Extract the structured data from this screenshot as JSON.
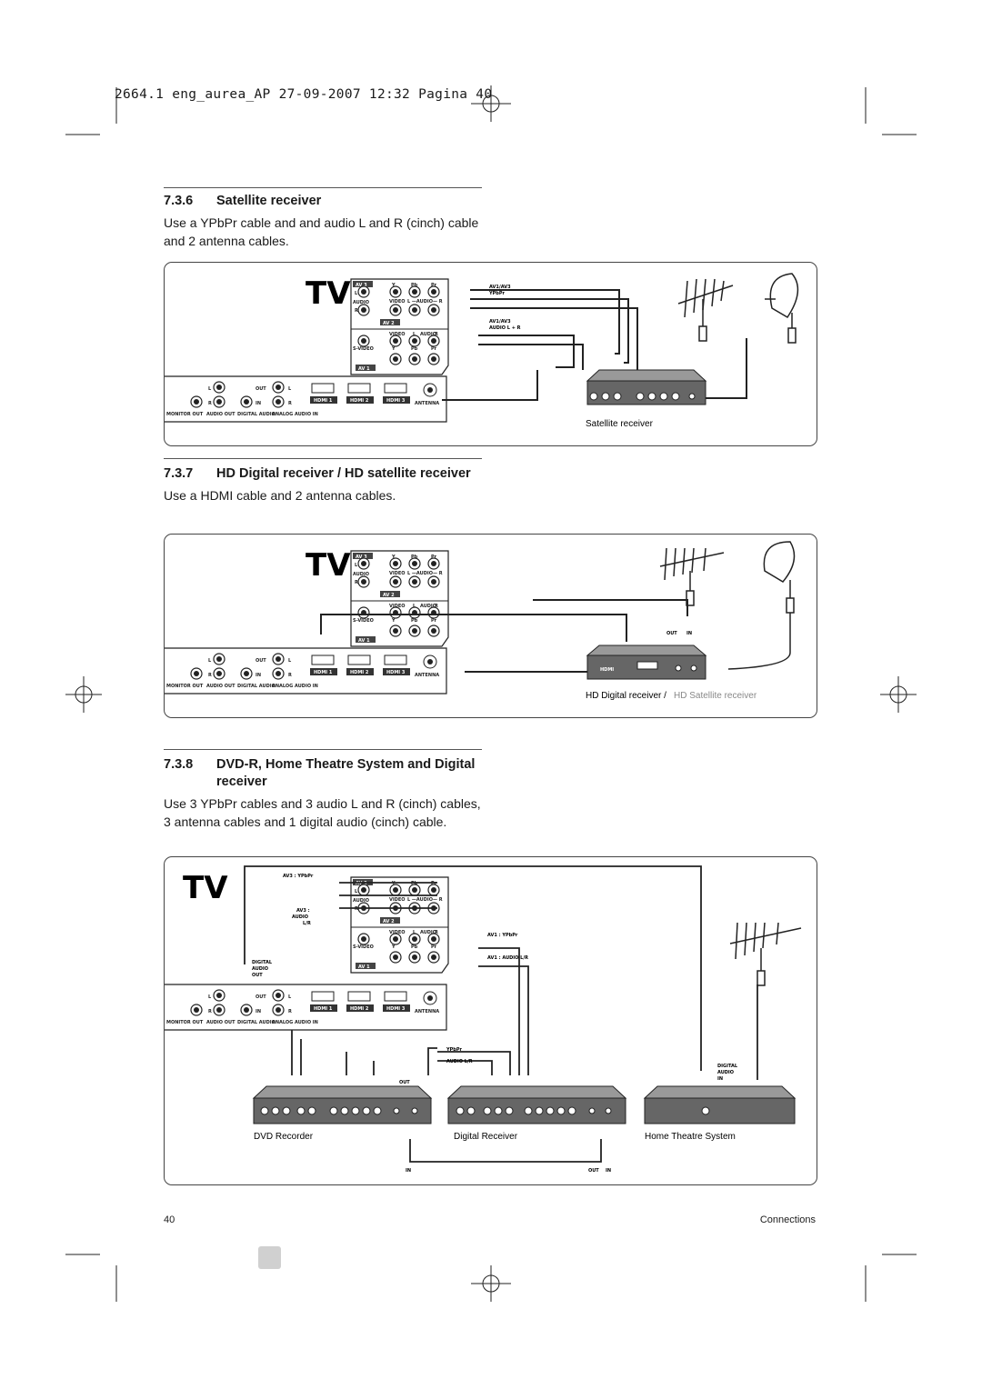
{
  "header": {
    "print_line": "2664.1 eng_aurea_AP   27-09-2007   12:32   Pagina 40"
  },
  "sections": [
    {
      "number": "7.3.6",
      "title": "Satellite receiver",
      "body": "Use a YPbPr cable and and audio L and R (cinch) cable and 2 antenna cables.",
      "devices": [
        "Satellite receiver"
      ],
      "port_labels": [
        "AV1/AV3",
        "YPbPr",
        "AV1/AV3",
        "AUDIO L + R"
      ]
    },
    {
      "number": "7.3.7",
      "title": "HD Digital receiver / HD satellite receiver",
      "body": "Use a HDMI cable and 2 antenna cables.",
      "devices": [
        "HD Digital receiver /",
        "HD Satellite receiver"
      ],
      "port_labels": [
        "OUT",
        "IN",
        "HDMI"
      ]
    },
    {
      "number": "7.3.8",
      "title": "DVD-R, Home Theatre System and Digital receiver",
      "body": "Use 3 YPbPr cables and 3 audio L and R (cinch) cables, 3 antenna cables and 1 digital audio (cinch) cable.",
      "devices": [
        "DVD Recorder",
        "Digital Receiver",
        "Home Theatre System"
      ],
      "port_labels": [
        "AV3 : YPbPr",
        "AV3 :",
        "AUDIO",
        "L/R",
        "DIGITAL",
        "AUDIO",
        "OUT",
        "AV1 : YPbPr",
        "AV1 : AUDIO L/R",
        "YPbPr",
        "AUDIO L/R",
        "OUT",
        "DIGITAL",
        "AUDIO",
        "IN",
        "IN",
        "OUT",
        "IN"
      ]
    }
  ],
  "tv_panel": {
    "tv_label": "TV",
    "av3": "AV 3",
    "av2": "AV 2",
    "av1": "AV 1",
    "audio": "AUDIO",
    "video": "VIDEO",
    "s_video": "S-VIDEO",
    "y": "Y",
    "pb": "Pb",
    "pr": "Pr",
    "l": "L",
    "r": "R",
    "l_audio_r": "L —AUDIO— R",
    "hdmi1": "HDMI 1",
    "hdmi2": "HDMI 2",
    "hdmi3": "HDMI 3",
    "antenna": "ANTENNA",
    "monitor_out": "MONITOR OUT",
    "audio_out": "AUDIO OUT",
    "digital_audio": "DIGITAL AUDIO",
    "analog_audio_in": "ANALOG AUDIO IN",
    "out": "OUT",
    "in": "IN"
  },
  "footer": {
    "page_number": "40",
    "section_name": "Connections"
  }
}
